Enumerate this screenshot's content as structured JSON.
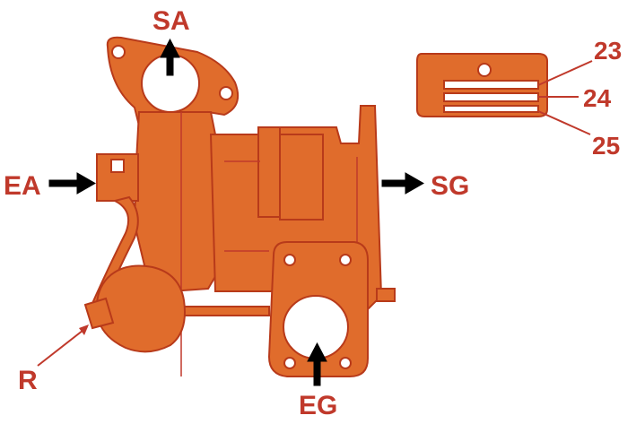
{
  "labels": {
    "sa": "SA",
    "ea": "EA",
    "sg": "SG",
    "eg": "EG",
    "r": "R",
    "n23": "23",
    "n24": "24",
    "n25": "25"
  },
  "colors": {
    "part": "#e06c2c",
    "outline": "#b83a1a",
    "label": "#c0392b",
    "arrow": "#000000"
  }
}
